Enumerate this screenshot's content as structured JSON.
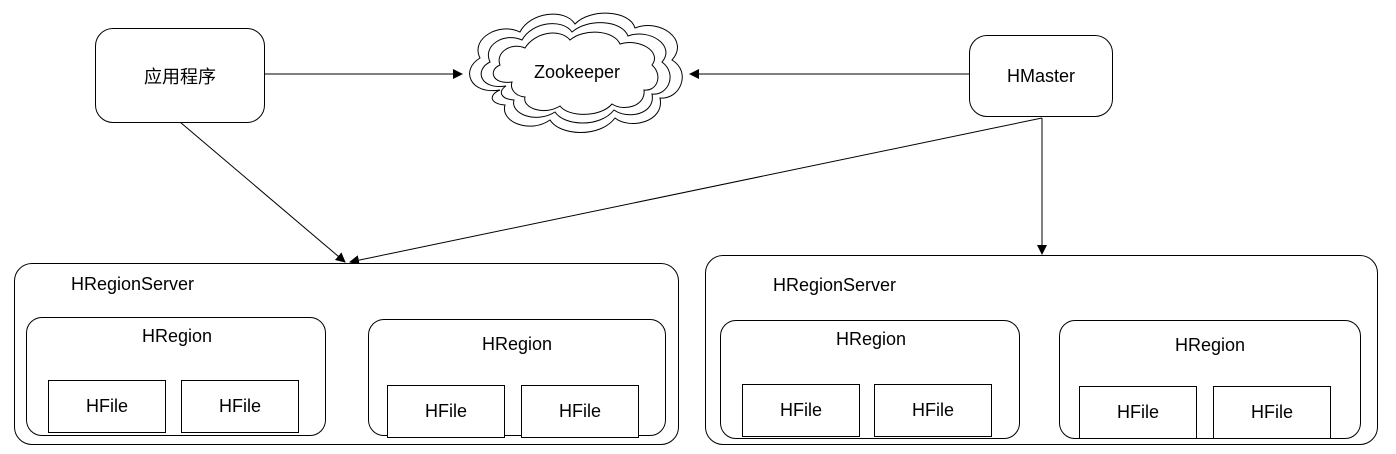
{
  "nodes": {
    "app": "应用程序",
    "zookeeper": "Zookeeper",
    "hmaster": "HMaster"
  },
  "servers": [
    {
      "title": "HRegionServer",
      "regions": [
        {
          "title": "HRegion",
          "files": [
            "HFile",
            "HFile"
          ]
        },
        {
          "title": "HRegion",
          "files": [
            "HFile",
            "HFile"
          ]
        }
      ]
    },
    {
      "title": "HRegionServer",
      "regions": [
        {
          "title": "HRegion",
          "files": [
            "HFile",
            "HFile"
          ]
        },
        {
          "title": "HRegion",
          "files": [
            "HFile",
            "HFile"
          ]
        }
      ]
    }
  ]
}
